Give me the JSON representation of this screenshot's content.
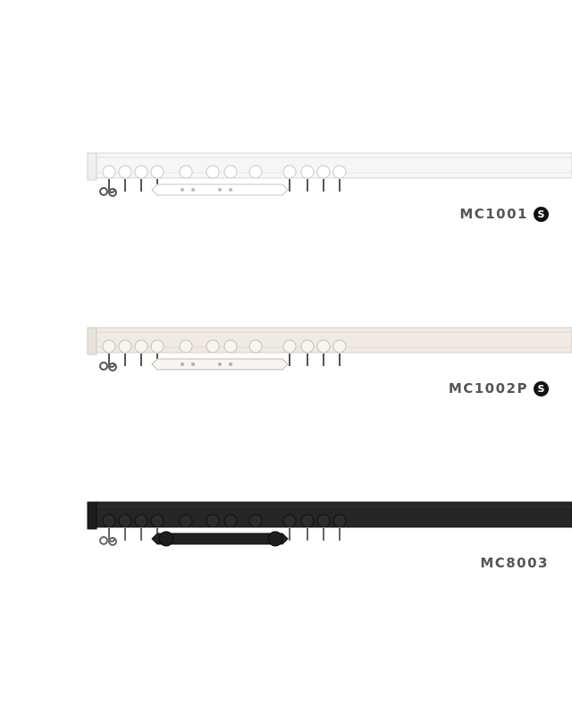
{
  "products": [
    {
      "model": "MC1001",
      "badge": "S",
      "finish": "white"
    },
    {
      "model": "MC1002P",
      "badge": "S",
      "finish": "off-white"
    },
    {
      "model": "MC8003",
      "badge": "",
      "finish": "black"
    }
  ],
  "colors": {
    "white_rail": "#f4f4f4",
    "offwhite_rail": "#ede9e2",
    "black_rail": "#262626",
    "label": "#555555",
    "badge": "#111111"
  },
  "icons": [
    "s-badge-icon"
  ]
}
